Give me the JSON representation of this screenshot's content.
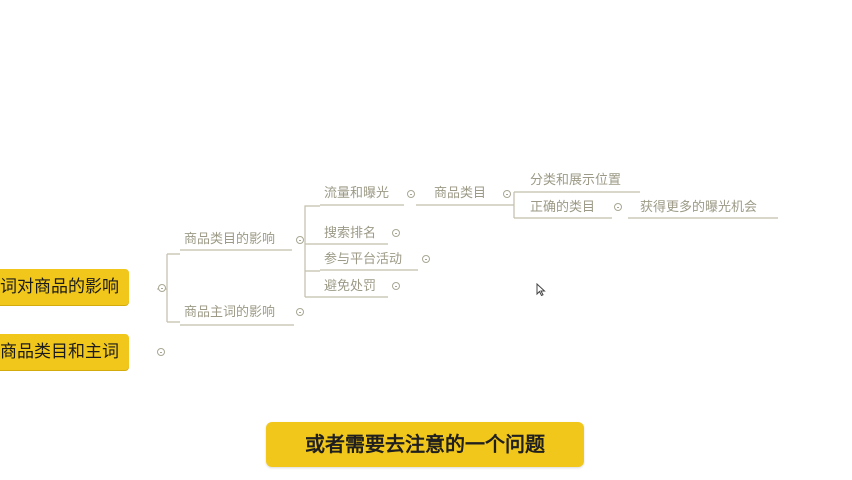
{
  "mindmap": {
    "root_nodes": [
      {
        "label": "词对商品的影响"
      },
      {
        "label": "商品类目和主词"
      }
    ],
    "branches": [
      {
        "label": "商品类目的影响"
      },
      {
        "label": "商品主词的影响"
      }
    ],
    "sub_nodes": [
      {
        "label": "流量和曝光"
      },
      {
        "label": "搜索排名"
      },
      {
        "label": "参与平台活动"
      },
      {
        "label": "避免处罚"
      }
    ],
    "category_node": {
      "label": "商品类目"
    },
    "leaf_nodes": [
      {
        "label": "分类和展示位置"
      },
      {
        "label": "正确的类目"
      }
    ],
    "outcome_node": {
      "label": "获得更多的曝光机会"
    }
  },
  "subtitle": {
    "text": "或者需要去注意的一个问题"
  },
  "colors": {
    "root_fill": "#f2c71c",
    "node_text": "#9c9a86",
    "connector": "#b9b6a4",
    "subtitle_fill": "#f2c71c"
  }
}
